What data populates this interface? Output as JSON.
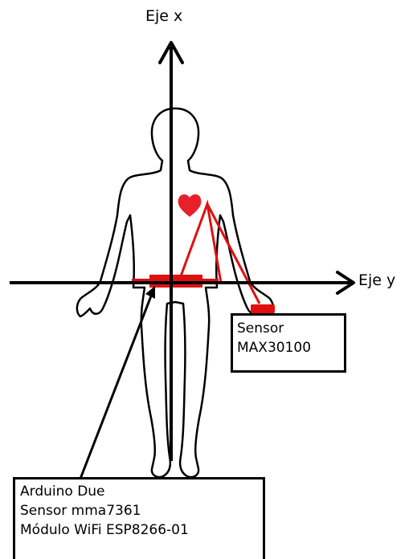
{
  "axes": {
    "x_label": "Eje x",
    "y_label": "Eje y"
  },
  "sensor_label": {
    "lines": [
      "Sensor",
      "MAX30100"
    ]
  },
  "device_label": {
    "lines": [
      "Arduino Due",
      "Sensor mma7361",
      "Módulo WiFi ESP8266-01"
    ]
  },
  "colors": {
    "outline": "#000000",
    "highlight": "#e01010",
    "heart": "#e8202a"
  },
  "icons": {
    "heart": "heart-icon",
    "body": "human-body-outline"
  }
}
